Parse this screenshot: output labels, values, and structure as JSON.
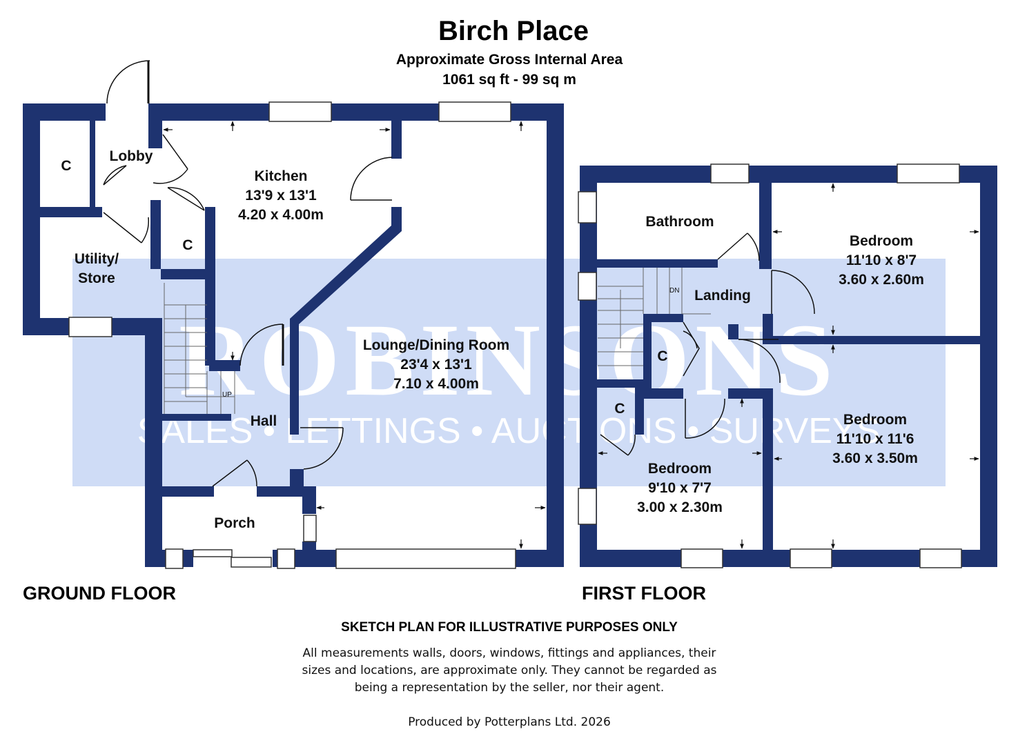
{
  "title": "Birch Place",
  "subtitle": "Approximate Gross Internal Area",
  "area": "1061 sq ft - 99 sq m",
  "colors": {
    "wall": "#1e3370",
    "watermark_bg": "#cfdcf6",
    "text": "#111111"
  },
  "watermark": {
    "brand": "ROBINSONS",
    "services": "SALES • LETTINGS • AUCTIONS • SURVEYS"
  },
  "ground_floor": {
    "label": "GROUND FLOOR",
    "rooms": {
      "kitchen": {
        "name": "Kitchen",
        "imperial": "13'9 x 13'1",
        "metric": "4.20 x 4.00m"
      },
      "lounge": {
        "name": "Lounge/Dining Room",
        "imperial": "23'4 x 13'1",
        "metric": "7.10 x 4.00m"
      },
      "lobby": {
        "name": "Lobby"
      },
      "cupboard_1": {
        "name": "C"
      },
      "cupboard_2": {
        "name": "C"
      },
      "utility": {
        "name_line1": "Utility/",
        "name_line2": "Store"
      },
      "hall": {
        "name": "Hall"
      },
      "porch": {
        "name": "Porch"
      },
      "stairs_label": "UP"
    }
  },
  "first_floor": {
    "label": "FIRST FLOOR",
    "rooms": {
      "bathroom": {
        "name": "Bathroom"
      },
      "landing": {
        "name": "Landing"
      },
      "bedroom_1": {
        "name": "Bedroom",
        "imperial": "11'10 x 8'7",
        "metric": "3.60 x 2.60m"
      },
      "bedroom_2": {
        "name": "Bedroom",
        "imperial": "11'10 x 11'6",
        "metric": "3.60 x 3.50m"
      },
      "bedroom_3": {
        "name": "Bedroom",
        "imperial": "9'10 x 7'7",
        "metric": "3.00 x 2.30m"
      },
      "cupboard_1": {
        "name": "C"
      },
      "cupboard_2": {
        "name": "C"
      },
      "stairs_label": "DN"
    }
  },
  "disclaimer": {
    "heading": "SKETCH PLAN FOR ILLUSTRATIVE PURPOSES ONLY",
    "line1": "All measurements walls, doors, windows, fittings and appliances, their",
    "line2": "sizes and locations, are approximate only. They cannot be regarded as",
    "line3": "being a representation by the seller, nor their agent.",
    "credit": "Produced by Potterplans Ltd. 2026"
  }
}
